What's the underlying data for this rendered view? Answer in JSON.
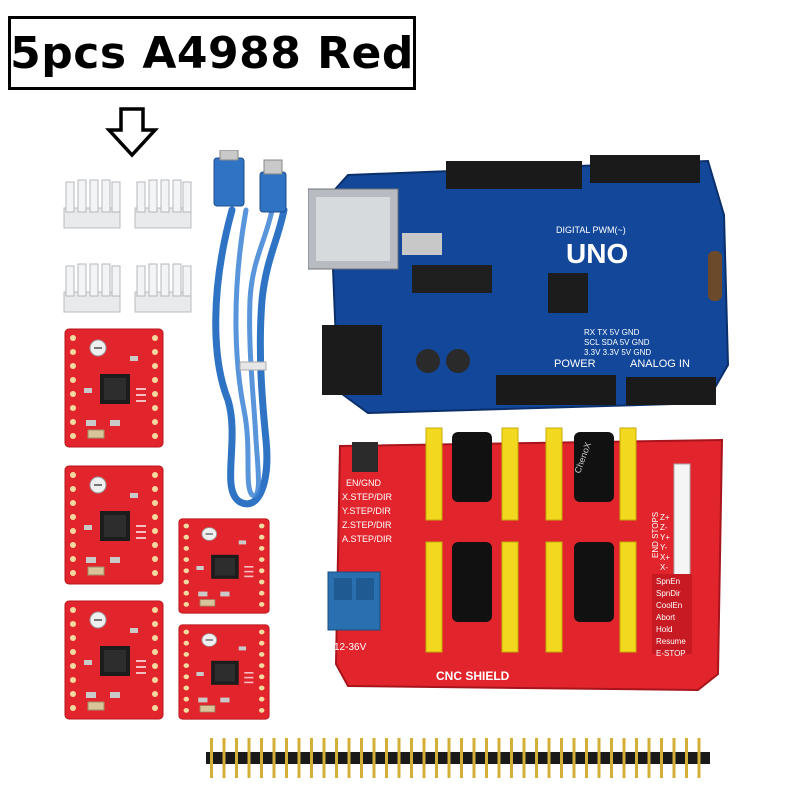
{
  "title": {
    "text": "5pcs A4988 Red"
  },
  "arrow_icon": "down-outline-arrow-icon",
  "colors": {
    "pcb_red": "#e2252c",
    "pcb_blue": "#12479a",
    "cable_blue": "#2e73c4",
    "header_yellow": "#f2d81e",
    "terminal_blue": "#2a6fb0",
    "heatsink": "#eef0f2"
  },
  "uno_board": {
    "logo": "UNO",
    "silk_top": "DIGITAL PWM(~)",
    "silk_power": "POWER",
    "silk_analog": "ANALOG IN",
    "silk_right1": "RX TX 5V GND",
    "silk_right2": "SCL SDA 5V GND",
    "silk_right3": "3.3V 3.3V 5V GND"
  },
  "cnc_shield": {
    "label": "CNC SHIELD",
    "terminal_label": "12-36V",
    "left_labels": [
      "EN/GND",
      "X.STEP/DIR",
      "Y.STEP/DIR",
      "Z.STEP/DIR",
      "A.STEP/DIR"
    ],
    "end_stops": "END STOPS",
    "axis_labels": [
      "Z+",
      "Z-",
      "Y+",
      "Y-",
      "X+",
      "X-"
    ],
    "control_labels": [
      "SpnEn",
      "SpnDir",
      "CoolEn",
      "Abort",
      "Hold",
      "Resume",
      "E-STOP"
    ],
    "cap_text": "ChenoX"
  }
}
